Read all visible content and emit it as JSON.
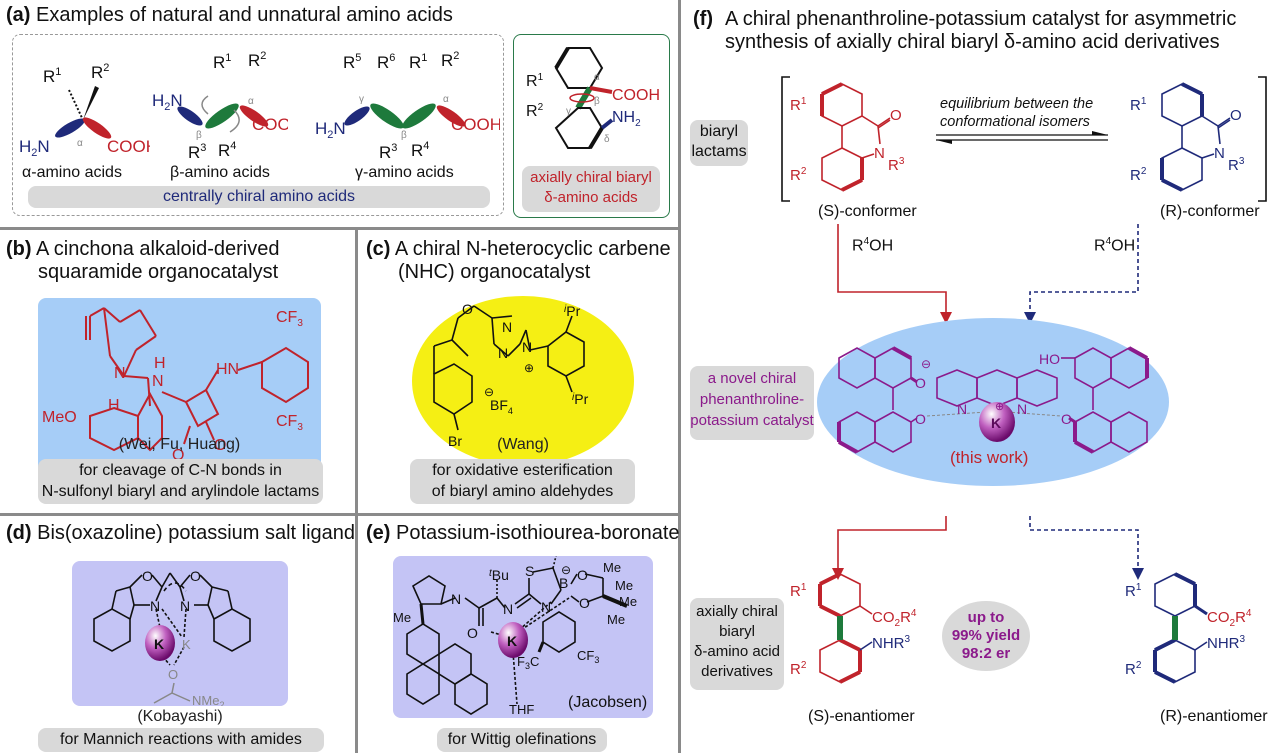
{
  "colors": {
    "red": "#c0232b",
    "blue": "#1f2a7a",
    "green": "#1e7a3c",
    "purple": "#8b1a8b",
    "panel_blue_bg": "#a6cdf7",
    "panel_yellow_bg": "#f5ef14",
    "panel_lavender_bg": "#c4c4f5",
    "pill_gray": "#d9d9d9",
    "separator": "#8a8a8a"
  },
  "panel_a": {
    "label": "(a)",
    "title": "Examples of natural and unnatural amino acids",
    "alpha_label": "α-amino acids",
    "beta_label": "β-amino acids",
    "gamma_label": "γ-amino acids",
    "central_pill": "centrally chiral amino acids",
    "axial_pill_line1": "axially chiral biaryl",
    "axial_pill_line2": "δ-amino acids",
    "groups": {
      "h2n": "H2N",
      "cooh": "COOH",
      "nh2": "NH2"
    }
  },
  "panel_b": {
    "label": "(b)",
    "title_line1": "A cinchona alkaloid-derived",
    "title_line2": "squaramide organocatalyst",
    "authors": "(Wei, Fu, Huang)",
    "use_line1": "for cleavage of C-N bonds in",
    "use_line2": "N-sulfonyl biaryl and arylindole lactams",
    "groups": {
      "meo": "MeO",
      "cf3": "CF3",
      "hn": "HN",
      "n": "N",
      "h": "H",
      "o": "O"
    }
  },
  "panel_c": {
    "label": "(c)",
    "title_line1": "A chiral N-heterocyclic carbene",
    "title_line2": "(NHC) organocatalyst",
    "authors": "(Wang)",
    "use_line1": "for oxidative esterification",
    "use_line2": "of biaryl amino aldehydes",
    "groups": {
      "bf4": "BF4",
      "ipr": "iPr",
      "br": "Br",
      "n": "N",
      "o": "O"
    }
  },
  "panel_d": {
    "label": "(d)",
    "title": "Bis(oxazoline) potassium salt ligand",
    "authors": "(Kobayashi)",
    "use": "for Mannich reactions with amides",
    "groups": {
      "k": "K",
      "o": "O",
      "n": "N",
      "nme2": "NMe2"
    }
  },
  "panel_e": {
    "label": "(e)",
    "title": "Potassium-isothiourea-boronate",
    "authors": "(Jacobsen)",
    "use": "for Wittig olefinations",
    "groups": {
      "tbu": "tBu",
      "me": "Me",
      "s": "S",
      "b": "B",
      "k": "K",
      "thf": "THF",
      "cf3": "CF3",
      "f3c": "F3C",
      "n": "N",
      "o": "O"
    }
  },
  "panel_f": {
    "label": "(f)",
    "title_line1": "A chiral phenanthroline-potassium catalyst for asymmetric",
    "title_line2": "synthesis of axially chiral biaryl δ-amino acid derivatives",
    "biaryl_lactams_line1": "biaryl",
    "biaryl_lactams_line2": "lactams",
    "equilibrium_line1": "equilibrium between the",
    "equilibrium_line2": "conformational isomers",
    "s_conformer": "(S)-conformer",
    "r_conformer": "(R)-conformer",
    "reagent": "R4OH",
    "catalyst_pill_line1": "a novel chiral",
    "catalyst_pill_line2": "phenanthroline-",
    "catalyst_pill_line3": "potassium catalyst",
    "this_work": "(this work)",
    "product_pill_line1": "axially chiral",
    "product_pill_line2": "biaryl",
    "product_pill_line3": "δ-amino acid",
    "product_pill_line4": "derivatives",
    "yield_line1": "up to",
    "yield_line2": "99% yield",
    "yield_line3": "98:2 er",
    "s_enantiomer": "(S)-enantiomer",
    "r_enantiomer": "(R)-enantiomer",
    "groups": {
      "co2r4": "CO2R4",
      "nhr3": "NHR3",
      "k": "K",
      "ho": "HO",
      "o": "O",
      "n": "N",
      "r3": "R3"
    }
  }
}
